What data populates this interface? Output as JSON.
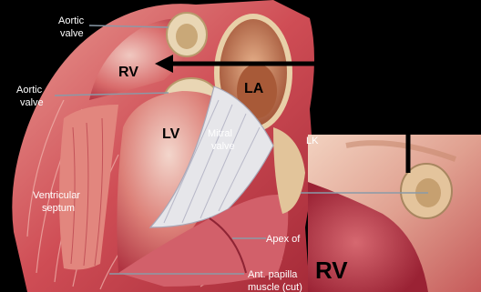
{
  "labels": {
    "aortic_valve_top": [
      "Aortic",
      "valve"
    ],
    "rv": "RV",
    "aortic_valve_mid": [
      "Aortic",
      "valve"
    ],
    "la": "LA",
    "lv": "LV",
    "mitral_valve": [
      "Mitral",
      "valve"
    ],
    "ventricular_septum": [
      "Ventricular",
      "septum"
    ],
    "apex": "Apex of",
    "ant_papillary": [
      "Ant. papilla",
      "muscle (cut)"
    ],
    "partial_edge_label": "LK",
    "inset_rv": "RV"
  },
  "colors": {
    "background": "#000000",
    "muscle": "#c8404a",
    "muscle_light": "#e8a4a0",
    "valve_tissue": "#e9d6b4",
    "arrow": "#000000",
    "label_text": "#ffffff",
    "leader_line": "#8a9aa8"
  },
  "icons": {
    "pointer_arrow": "arrow-left-icon"
  }
}
